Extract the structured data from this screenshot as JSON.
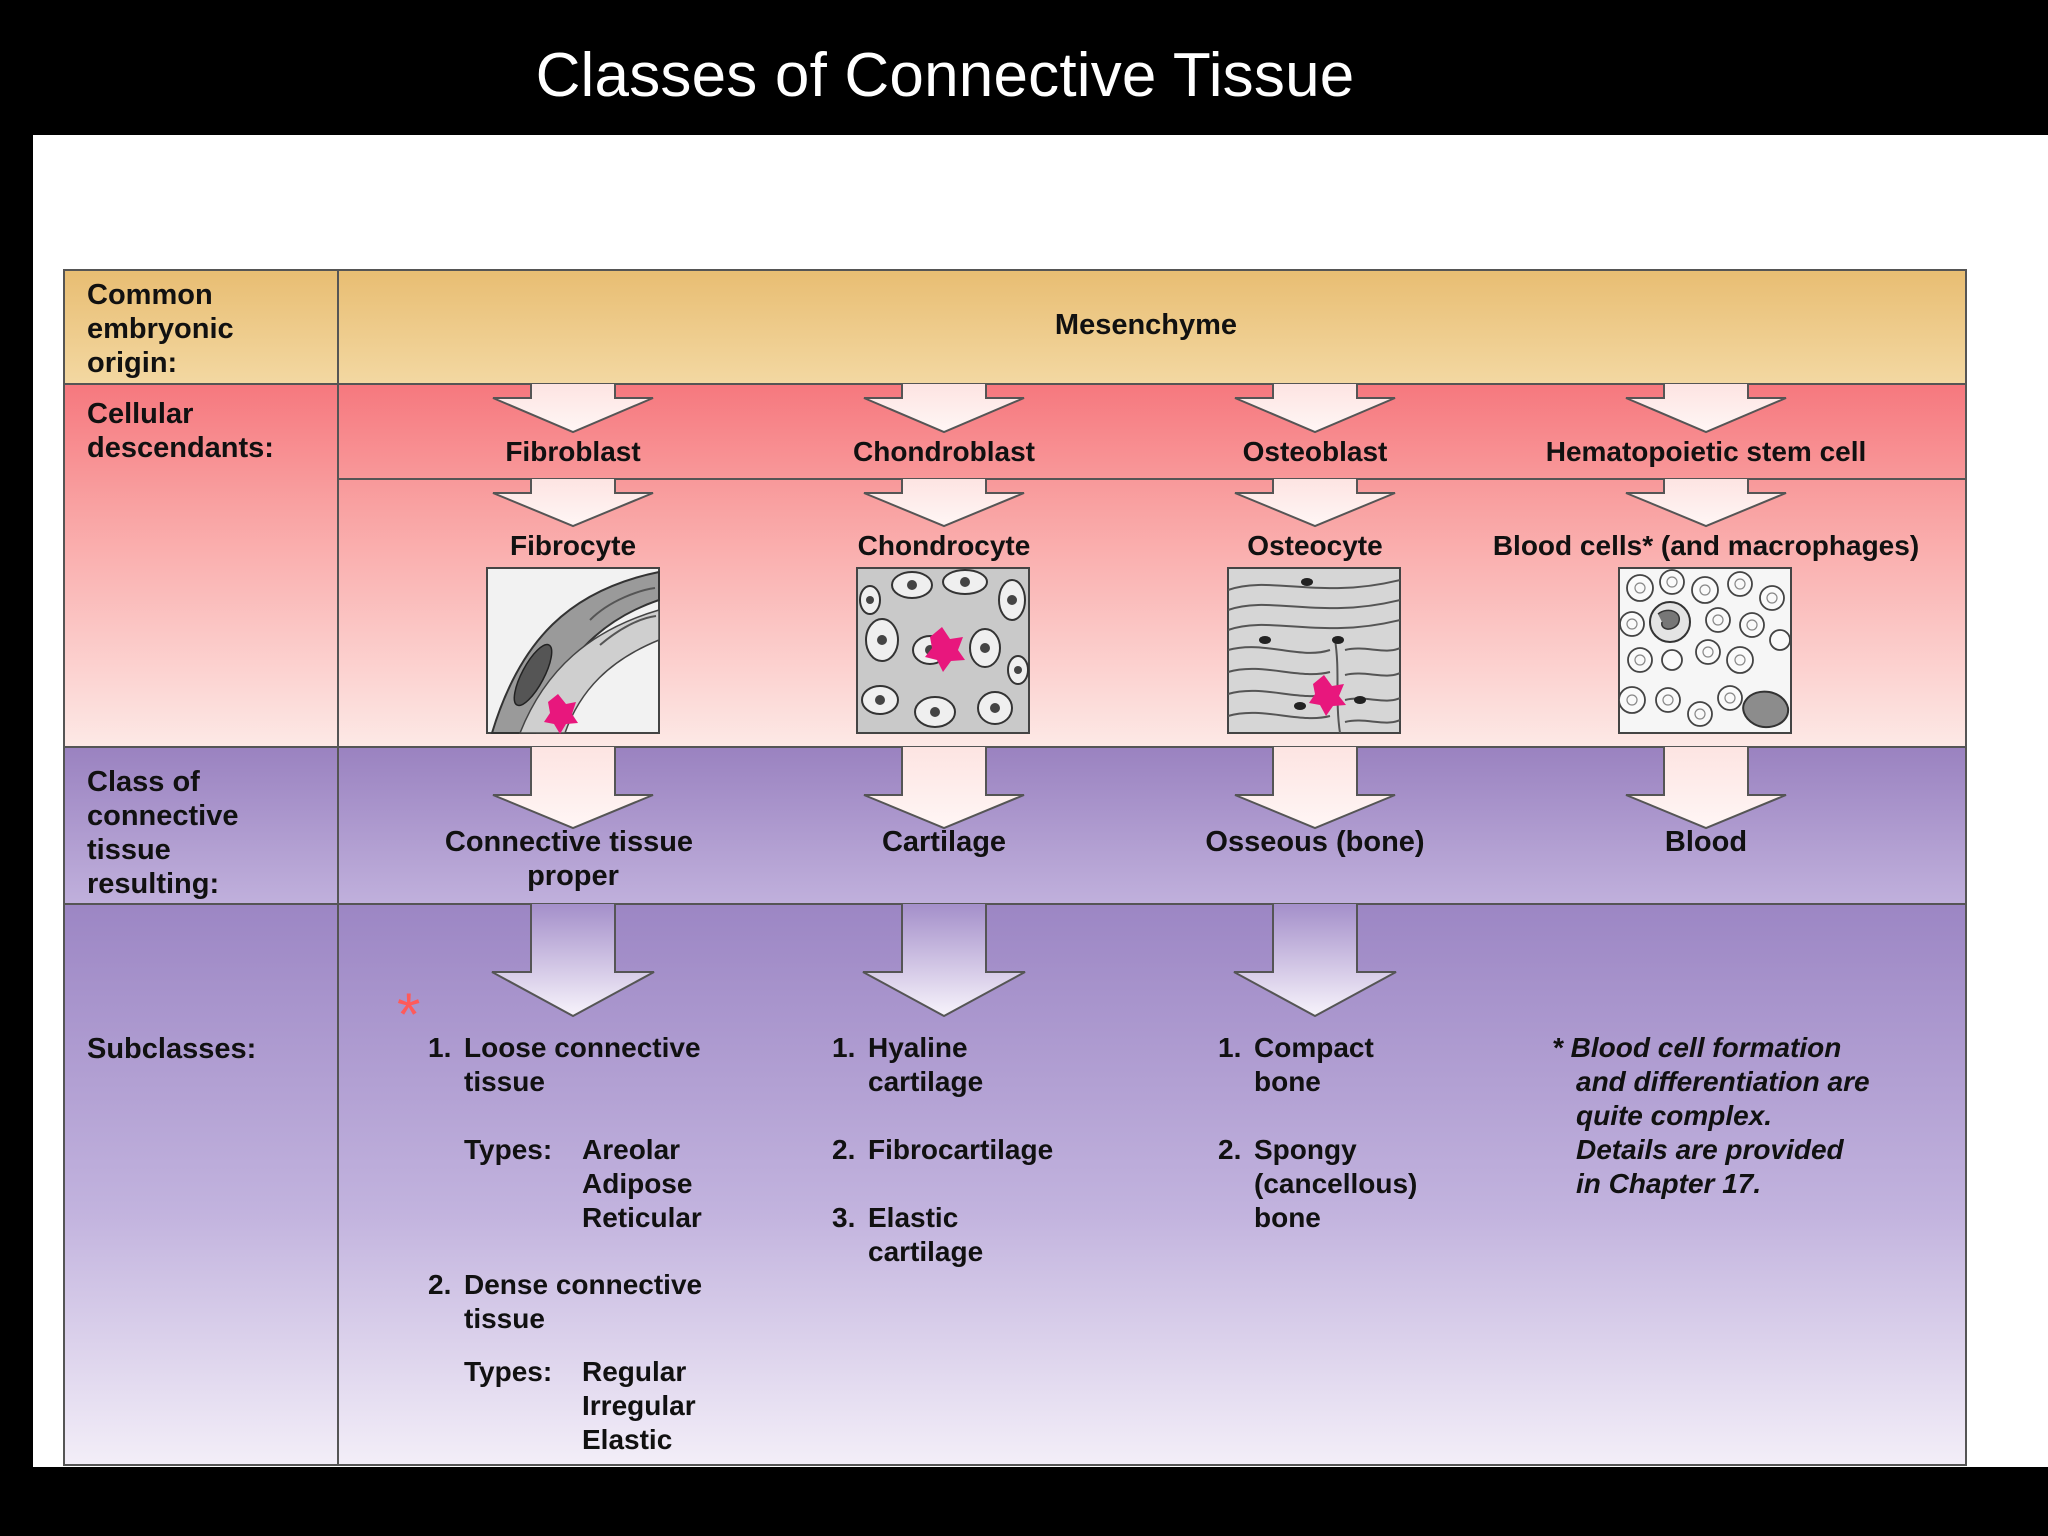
{
  "title": "Classes of Connective Tissue",
  "rows": {
    "origin": [
      "Common",
      "embryonic",
      "origin:"
    ],
    "cellular": [
      "Cellular",
      "descendants:"
    ],
    "class": [
      "Class of",
      "connective",
      "tissue",
      "resulting:"
    ],
    "subclasses": "Subclasses:"
  },
  "origin_value": "Mesenchyme",
  "columns": [
    {
      "blast": "Fibroblast",
      "cyte": "Fibrocyte",
      "class_lines": [
        "Connective tissue",
        "proper"
      ],
      "micrograph_icon": "fibrocyte-micrograph-icon"
    },
    {
      "blast": "Chondroblast",
      "cyte": "Chondrocyte",
      "class_lines": [
        "Cartilage"
      ],
      "micrograph_icon": "chondrocyte-micrograph-icon"
    },
    {
      "blast": "Osteoblast",
      "cyte": "Osteocyte",
      "class_lines": [
        "Osseous (bone)"
      ],
      "micrograph_icon": "osteocyte-micrograph-icon"
    },
    {
      "blast": "Hematopoietic stem cell",
      "cyte": "Blood cells* (and macrophages)",
      "class_lines": [
        "Blood"
      ],
      "micrograph_icon": "blood-cells-micrograph-icon"
    }
  ],
  "subclasses": {
    "ctp": {
      "n1": "1.",
      "s1": [
        "Loose connective",
        "tissue"
      ],
      "types_label": "Types:",
      "t1": [
        "Areolar",
        "Adipose",
        "Reticular"
      ],
      "n2": "2.",
      "s2": [
        "Dense connective",
        "tissue"
      ],
      "types_label_2": "Types:",
      "t2": [
        "Regular",
        "Irregular",
        "Elastic"
      ]
    },
    "cartilage": {
      "n1": "1.",
      "s1": [
        "Hyaline",
        "cartilage"
      ],
      "n2": "2.",
      "s2": [
        "Fibrocartilage"
      ],
      "n3": "3.",
      "s3": [
        "Elastic",
        "cartilage"
      ]
    },
    "bone": {
      "n1": "1.",
      "s1": [
        "Compact",
        "bone"
      ],
      "n2": "2.",
      "s2": [
        "Spongy",
        "(cancellous)",
        "bone"
      ]
    },
    "blood_note": [
      "* Blood cell formation",
      "and differentiation are",
      "quite complex.",
      "Details are provided",
      "in Chapter 17."
    ]
  },
  "annotation_mark": "*",
  "colors": {
    "origin_band": "#ecc884",
    "cellular_band": "#f88a8a",
    "class_band": "#a892c8",
    "subclass_band": "#a590c9",
    "annotation_star": "#ff5a5a",
    "pointer": "#e8177d"
  }
}
